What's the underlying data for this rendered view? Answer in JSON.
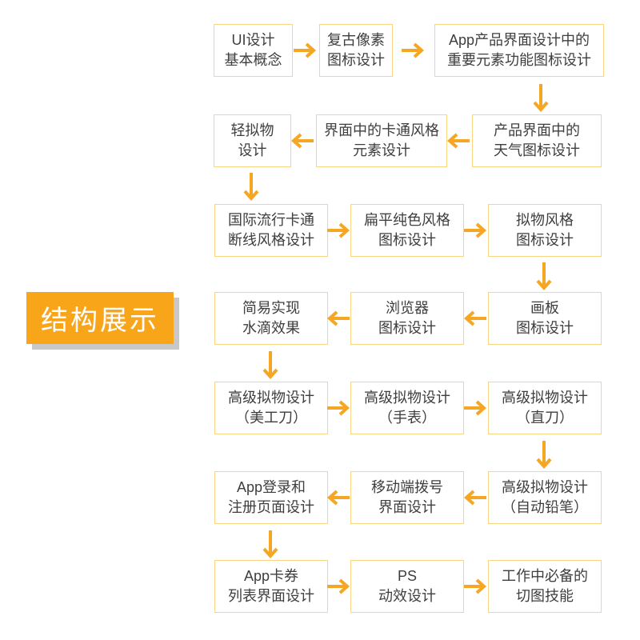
{
  "label": {
    "text": "结构展示"
  },
  "colors": {
    "accent": "#F5A623",
    "border": "#FAD584",
    "label_bg": "#F9A51A",
    "label_shadow": "#C8C8C8",
    "text": "#3E3E3E"
  },
  "rows": [
    {
      "direction": "right",
      "boxes": [
        {
          "lines": [
            "UI设计",
            "基本概念"
          ]
        },
        {
          "lines": [
            "复古像素",
            "图标设计"
          ]
        },
        {
          "lines": [
            "App产品界面设计中的",
            "重要元素功能图标设计"
          ]
        }
      ]
    },
    {
      "direction": "left",
      "boxes": [
        {
          "lines": [
            "轻拟物",
            "设计"
          ]
        },
        {
          "lines": [
            "界面中的卡通风格",
            "元素设计"
          ]
        },
        {
          "lines": [
            "产品界面中的",
            "天气图标设计"
          ]
        }
      ]
    },
    {
      "direction": "right",
      "boxes": [
        {
          "lines": [
            "国际流行卡通",
            "断线风格设计"
          ]
        },
        {
          "lines": [
            "扁平纯色风格",
            "图标设计"
          ]
        },
        {
          "lines": [
            "拟物风格",
            "图标设计"
          ]
        }
      ]
    },
    {
      "direction": "left",
      "boxes": [
        {
          "lines": [
            "简易实现",
            "水滴效果"
          ]
        },
        {
          "lines": [
            "浏览器",
            "图标设计"
          ]
        },
        {
          "lines": [
            "画板",
            "图标设计"
          ]
        }
      ]
    },
    {
      "direction": "right",
      "boxes": [
        {
          "lines": [
            "高级拟物设计",
            "（美工刀）"
          ]
        },
        {
          "lines": [
            "高级拟物设计",
            "（手表）"
          ]
        },
        {
          "lines": [
            "高级拟物设计",
            "（直刀）"
          ]
        }
      ]
    },
    {
      "direction": "left",
      "boxes": [
        {
          "lines": [
            "App登录和",
            "注册页面设计"
          ]
        },
        {
          "lines": [
            "移动端拨号",
            "界面设计"
          ]
        },
        {
          "lines": [
            "高级拟物设计",
            "（自动铅笔）"
          ]
        }
      ]
    },
    {
      "direction": "right",
      "boxes": [
        {
          "lines": [
            "App卡券",
            "列表界面设计"
          ]
        },
        {
          "lines": [
            "PS",
            "动效设计"
          ]
        },
        {
          "lines": [
            "工作中必备的",
            "切图技能"
          ]
        }
      ]
    }
  ]
}
